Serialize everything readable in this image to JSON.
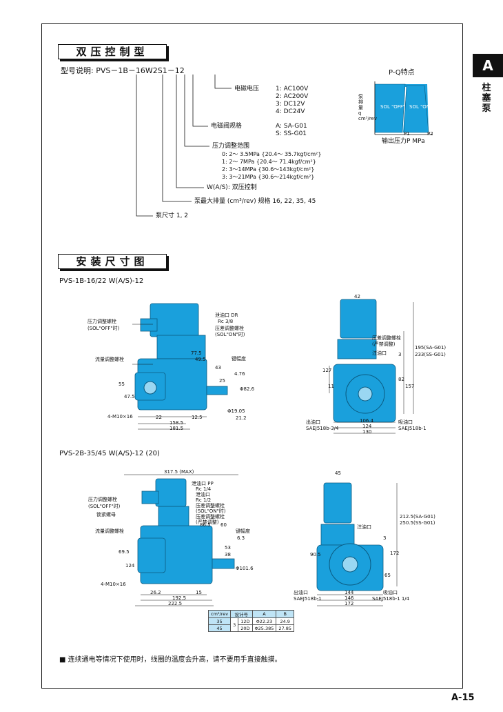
{
  "side_tab": {
    "letter": "A",
    "text": "柱塞泵"
  },
  "page_number": "A-15",
  "section1": {
    "title": "双压控制型",
    "model_label": "型号说明: PVS－1B－16W2S1－12",
    "items": {
      "voltage_label": "电磁电压",
      "voltage_opts": [
        "1:  AC100V",
        "2:  AC200V",
        "3:  DC12V",
        "4:  DC24V"
      ],
      "valve_label": "电磁阀规格",
      "valve_opts": [
        "A:  SA-G01",
        "S:  SS-G01"
      ],
      "pressure_label": "压力调整范围",
      "pressure_opts": [
        "0:  2～ 3.5MPa {20.4～ 35.7kgf/cm²}",
        "1:  2～ 7MPa  {20.4～ 71.4kgf/cm²}",
        "2:  3～14MPa  {30.6～143kgf/cm²}",
        "3:  3～21MPa  {30.6～214kgf/cm²}"
      ],
      "wa_label": "W(A/S):  双压控制",
      "disp_label": "泵最大排量 (cm³/rev)  规格 16, 22, 35, 45",
      "size_label": "泵尺寸  1, 2"
    },
    "pq": {
      "title": "P-Q特点",
      "ylabel": "泵排量 q cm³/rev",
      "xlabel": "输出压力P MPa",
      "off": "SOL \"OFF\"",
      "on": "SOL \"ON\"",
      "p1": "P1",
      "p2": "P2"
    }
  },
  "section2": {
    "title": "安装尺寸图",
    "model1": "PVS-1B-16/22 W(A/S)-12",
    "model2": "PVS-2B-35/45 W(A/S)-12 (20)",
    "d1": {
      "labels": [
        "压力调整螺栓",
        "(SOL\"OFF\"时)",
        "流量调整螺栓",
        "泄油口 DR",
        "Rc 3/8",
        "压差调整螺栓",
        "(SOL\"ON\"时)",
        "键幅度",
        "4-M10×16",
        "出油口",
        "SAEJ518b-3/4",
        "吸油口",
        "SAEJ518b-1",
        "压差调整螺栓",
        "(严禁调整)",
        "注油口"
      ],
      "dims": [
        "42",
        "77.5",
        "49.5",
        "43",
        "25",
        "4.76",
        "Φ82.6",
        "Φ19.05",
        "21.2",
        "22",
        "158.5",
        "12.5",
        "181.5",
        "55",
        "47.5",
        "127",
        "11",
        "3",
        "82",
        "157",
        "195(SA-G01)",
        "233(SS-G01)",
        "106.4",
        "124",
        "130"
      ]
    },
    "d2": {
      "labels": [
        "压力调整螺栓",
        "(SOL\"OFF\"时)",
        "锁紧螺母",
        "流量调整螺栓",
        "泄油口 PP",
        "Rc 1/4",
        "泄油口",
        "Rc 1/2",
        "压差调整螺栓",
        "(SOL\"ON\"时)",
        "压差调整螺栓",
        "(严禁调整)",
        "键幅度",
        "4-M10×16",
        "出油口",
        "SAEJ518b-1",
        "吸油口",
        "SAEJ518b-1 1/4",
        "注油口"
      ],
      "dims": [
        "317.5 (MAX)",
        "86.5",
        "60",
        "6.3",
        "53",
        "38",
        "Φ101.6",
        "26.2",
        "15",
        "192.5",
        "222.5",
        "69.5",
        "124",
        "45",
        "90.5",
        "144",
        "146",
        "172",
        "212.5(SA-G01)",
        "250.5(SS-G01)",
        "172",
        "65",
        "3"
      ]
    },
    "table": {
      "headers": [
        "cm³/rev",
        "设计号",
        "A",
        "B"
      ],
      "rows": [
        [
          "35",
          "12D",
          "Φ22.23",
          "24.9"
        ],
        [
          "45",
          "20D",
          "Φ25.385",
          "27.85"
        ]
      ],
      "extra": "3"
    },
    "note": "■ 连续通电等情况下使用时，线圈的温度会升高，请不要用手直接触摸。"
  }
}
